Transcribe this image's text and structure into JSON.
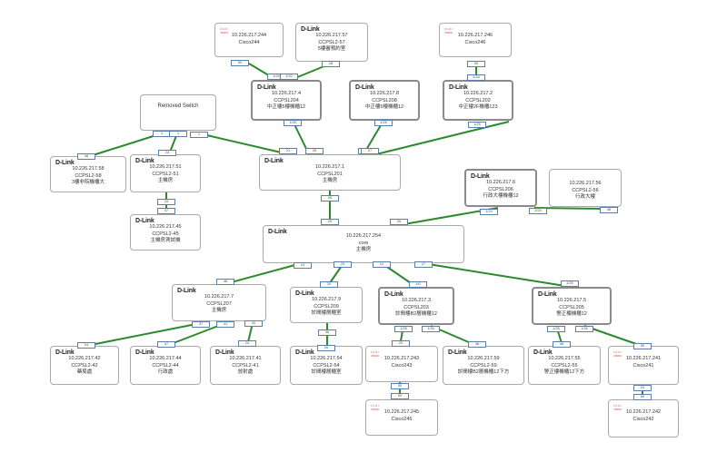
{
  "colors": {
    "link": "#2b8a2b",
    "border": "#a9a9a9",
    "highlight": "#8a8a8a",
    "port": "#5b7fa6",
    "cisco": "#d23c3c"
  },
  "nodes": {
    "cisco244": {
      "logo": "cisco",
      "logo_text": "cisco",
      "lines": [
        "10.226.217.244",
        "Cisco244"
      ]
    },
    "d57": {
      "logo": "dlink",
      "logo_text": "D-Link",
      "lines": [
        "10.226.217.57",
        "CCPSL2-57",
        "5樓審預約室"
      ]
    },
    "cisco246": {
      "logo": "cisco",
      "logo_text": "cisco",
      "lines": [
        "10.226.217.246",
        "Cisco246"
      ]
    },
    "removed": {
      "title": "Removed Switch"
    },
    "d4": {
      "logo": "dlink",
      "logo_text": "D-Link",
      "lines": [
        "10.226.217.4",
        "CCPSL204",
        "中正樓5樓機櫃12"
      ]
    },
    "d8": {
      "logo": "dlink",
      "logo_text": "D-Link",
      "lines": [
        "10.226.217.8",
        "CCPSL208",
        "中正樓5樓機櫃12"
      ]
    },
    "d2": {
      "logo": "dlink",
      "logo_text": "D-Link",
      "lines": [
        "10.226.217.2",
        "CCPSL202",
        "中正樓2F機櫃123"
      ]
    },
    "d58": {
      "logo": "dlink",
      "logo_text": "D-Link",
      "lines": [
        "10.226.217.58",
        "CCPSL2-58",
        "3樓非院機櫃大"
      ]
    },
    "d51": {
      "logo": "dlink",
      "logo_text": "D-Link",
      "lines": [
        "10.226.217.51",
        "CCPSL2-51",
        "主機房"
      ]
    },
    "d1": {
      "logo": "dlink",
      "logo_text": "D-Link",
      "lines": [
        "10.226.217.1",
        "CCPSL201",
        "主機房"
      ]
    },
    "d6": {
      "logo": "dlink",
      "logo_text": "D-Link",
      "lines": [
        "10.226.217.6",
        "CCPSL206",
        "行政大樓機櫃12"
      ]
    },
    "d56": {
      "lines": [
        "10.226.217.56",
        "CCPSL2-56",
        "行政大樓"
      ]
    },
    "d45": {
      "logo": "dlink",
      "logo_text": "D-Link",
      "lines": [
        "10.226.217.45",
        "CCPSL2-45",
        "主機房測試機"
      ]
    },
    "core": {
      "logo": "dlink",
      "logo_text": "D-Link",
      "lines": [
        "10.226.217.254",
        "core",
        "主機房"
      ]
    },
    "d7": {
      "logo": "dlink",
      "logo_text": "D-Link",
      "lines": [
        "10.226.217.7",
        "CCPSL207",
        "主機房"
      ]
    },
    "d9": {
      "logo": "dlink",
      "logo_text": "D-Link",
      "lines": [
        "10.226.217.9",
        "CCPSL209",
        "診間樓層櫃室"
      ]
    },
    "d3": {
      "logo": "dlink",
      "logo_text": "D-Link",
      "lines": [
        "10.226.217.3",
        "CCPSL203",
        "診間樓B2層機櫃12"
      ]
    },
    "d5": {
      "logo": "dlink",
      "logo_text": "D-Link",
      "lines": [
        "10.226.217.5",
        "CCPSL205",
        "警正樓機櫃12"
      ]
    },
    "d42": {
      "logo": "dlink",
      "logo_text": "D-Link",
      "lines": [
        "10.226.217.42",
        "CCPSL2-42",
        "藥局處"
      ]
    },
    "d44": {
      "logo": "dlink",
      "logo_text": "D-Link",
      "lines": [
        "10.226.217.44",
        "CCPSL2-44",
        "行政處"
      ]
    },
    "d41": {
      "logo": "dlink",
      "logo_text": "D-Link",
      "lines": [
        "10.226.217.41",
        "CCPSL2-41",
        "放射處"
      ]
    },
    "d54": {
      "logo": "dlink",
      "logo_text": "D-Link",
      "lines": [
        "10.226.217.54",
        "CCPSL2-54",
        "診間樓層櫃室"
      ]
    },
    "cisco243": {
      "logo": "cisco",
      "logo_text": "cisco",
      "lines": [
        "10.226.217.243",
        "Cisco243"
      ]
    },
    "d59": {
      "logo": "dlink",
      "logo_text": "D-Link",
      "lines": [
        "10.226.217.59",
        "CCPSL2-59",
        "診間樓B2層機櫃12下方"
      ]
    },
    "d55": {
      "logo": "dlink",
      "logo_text": "D-Link",
      "lines": [
        "10.226.217.55",
        "CCPSL2-55",
        "警正樓機櫃12下方"
      ]
    },
    "cisco241": {
      "logo": "cisco",
      "logo_text": "cisco",
      "lines": [
        "10.226.217.241",
        "Cisco241"
      ]
    },
    "cisco245": {
      "logo": "cisco",
      "logo_text": "cisco",
      "lines": [
        "10.226.217.245",
        "Cisco245"
      ]
    },
    "cisco242": {
      "logo": "cisco",
      "logo_text": "cisco",
      "lines": [
        "10.226.217.242",
        "Cisco242"
      ]
    }
  },
  "links": [
    {
      "a": "cisco244",
      "b": "d4",
      "pa": "50",
      "pb": "1/25"
    },
    {
      "a": "d57",
      "b": "d4",
      "pa": "28",
      "pb": "1/20"
    },
    {
      "a": "cisco246",
      "b": "d2",
      "pa": "50",
      "pb": "1/24"
    },
    {
      "a": "d4",
      "b": "d1",
      "pa": "1/26",
      "pb": "25"
    },
    {
      "a": "d8",
      "b": "d1",
      "pa": "1/26",
      "pb": "26"
    },
    {
      "a": "d2",
      "b": "d1",
      "pa": "1/25",
      "pb": "27"
    },
    {
      "a": "removed",
      "b": "d58",
      "pa": "1",
      "pb": "48"
    },
    {
      "a": "removed",
      "b": "d51",
      "pa": "1",
      "pb": "24"
    },
    {
      "a": "removed",
      "b": "d1",
      "pa": "1",
      "pb": "21"
    },
    {
      "a": "d51",
      "b": "d45",
      "pa": "25",
      "pb": "47"
    },
    {
      "a": "d1",
      "b": "core",
      "pa": "26",
      "pb": "25"
    },
    {
      "a": "d6",
      "b": "core",
      "pa": "1/24",
      "pb": "26"
    },
    {
      "a": "d6",
      "b": "d56",
      "pa": "2/24",
      "pb": "48"
    },
    {
      "a": "core",
      "b": "d7",
      "pa": "24",
      "pb": "48"
    },
    {
      "a": "core",
      "b": "d9",
      "pa": "23",
      "pb": "20"
    },
    {
      "a": "core",
      "b": "d3",
      "pa": "21",
      "pb": "1/0"
    },
    {
      "a": "core",
      "b": "d5",
      "pa": "27",
      "pb": "1/25"
    },
    {
      "a": "d7",
      "b": "d42",
      "pa": "37",
      "pb": "24"
    },
    {
      "a": "d7",
      "b": "d44",
      "pa": "41",
      "pb": "47"
    },
    {
      "a": "d7",
      "b": "d41",
      "pa": "30",
      "pb": "24"
    },
    {
      "a": "d9",
      "b": "d54",
      "pa": "36",
      "pb": "26"
    },
    {
      "a": "d3",
      "b": "cisco243",
      "pa": "1/25",
      "pb": "20"
    },
    {
      "a": "d3",
      "b": "d59",
      "pa": "1/26",
      "pb": "48"
    },
    {
      "a": "d5",
      "b": "d55",
      "pa": "1/25",
      "pb": "48"
    },
    {
      "a": "d5",
      "b": "cisco241",
      "pa": "1/26",
      "pb": "50"
    },
    {
      "a": "cisco243",
      "b": "cisco245",
      "pa": "50",
      "pb": "50"
    },
    {
      "a": "cisco241",
      "b": "cisco242",
      "pa": "24",
      "pb": "50"
    }
  ]
}
